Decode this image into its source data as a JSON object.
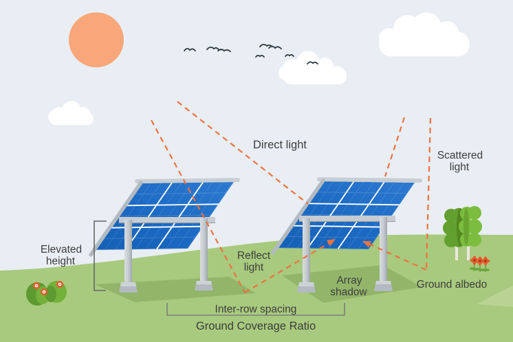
{
  "diagram": {
    "type": "solar-array-light-paths-illustration",
    "labels": {
      "direct_light": "Direct light",
      "scattered_light": [
        "Scattered",
        "light"
      ],
      "reflect_light": [
        "Reflect",
        "light"
      ],
      "array_shadow": [
        "Array",
        "shadow"
      ],
      "ground_albedo": "Ground albedo",
      "elevated_height": [
        "Elevated",
        "height"
      ],
      "inter_row_spacing": "Inter-row spacing",
      "ground_coverage_ratio": "Ground Coverage Ratio"
    },
    "colors": {
      "sky": "#e9eef4",
      "sun": "#f9a77a",
      "cloud": "#ffffff",
      "grass": "#a8ca7e",
      "grass_shadow": "#92b56a",
      "panel_blue": "#1b69c2",
      "panel_frame": "#c8ced3",
      "ray_orange": "#ec7240",
      "label_text": "#3d3d3d",
      "bracket_gray": "#7e7e7e",
      "tree_green_dark": "#62a02f",
      "tree_green_light": "#7cbc3e",
      "bush_green": "#74b13b",
      "flower_orange": "#e75c2f",
      "bird_dark": "#2e3942"
    }
  }
}
